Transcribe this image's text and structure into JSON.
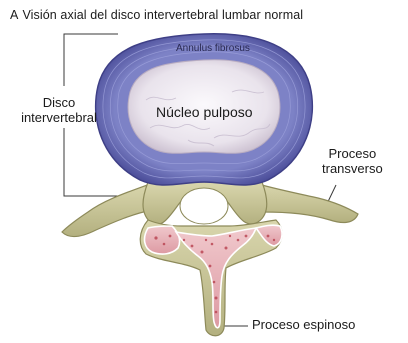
{
  "title": {
    "letter": "A",
    "text": "Visión axial del disco intervertebral lumbar normal"
  },
  "labels": {
    "disco_line1": "Disco",
    "disco_line2": "intervertebral",
    "annulus": "Annulus fibrosus",
    "nucleo": "Núcleo pulposo",
    "transverso_line1": "Proceso",
    "transverso_line2": "transverso",
    "espinoso": "Proceso espinoso"
  },
  "colors": {
    "annulus": "#6a6fb8",
    "annulus_dark": "#3e3f86",
    "nucleus": "#ece7ef",
    "bone": "#c9c79a",
    "bone_dark": "#8d8a5a",
    "marrow": "#e7b7bd",
    "marrow_spot": "#b8404e"
  }
}
